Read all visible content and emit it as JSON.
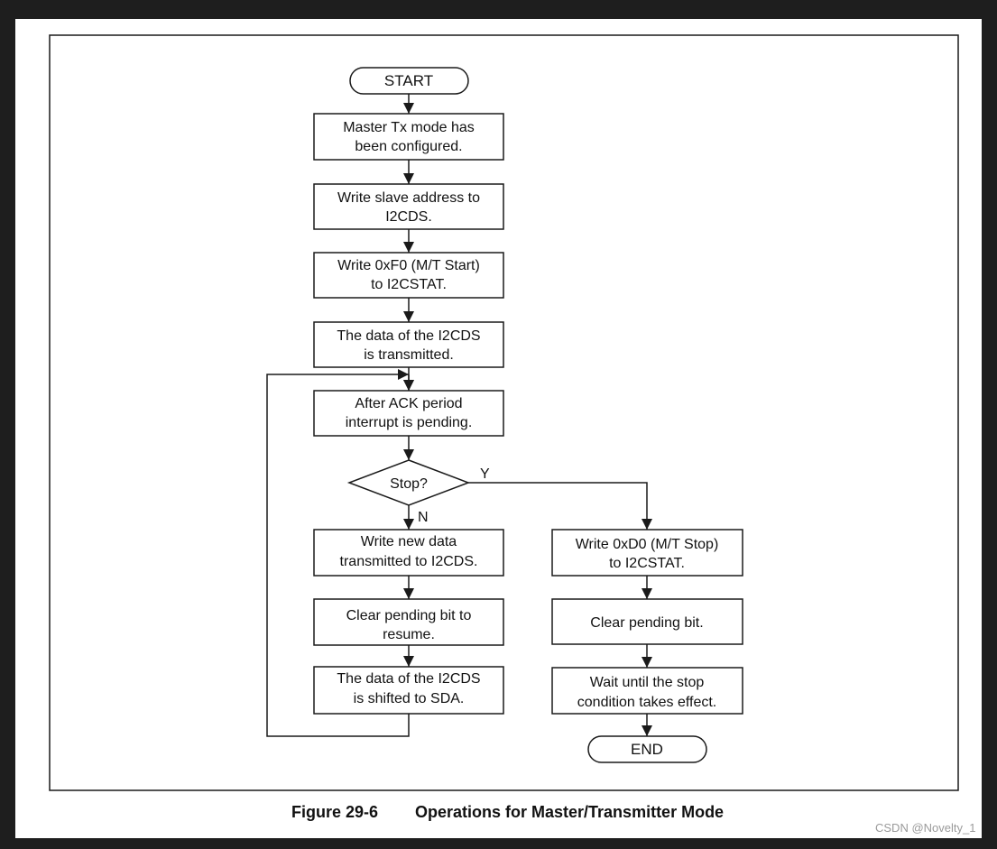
{
  "figure": {
    "caption_number": "Figure 29-6",
    "caption_title": "Operations for Master/Transmitter Mode"
  },
  "flowchart": {
    "start_label": "START",
    "steps_main": [
      {
        "line1": "Master Tx mode has",
        "line2": "been configured."
      },
      {
        "line1": "Write slave address to",
        "line2": "I2CDS."
      },
      {
        "line1": "Write 0xF0 (M/T Start)",
        "line2": "to I2CSTAT."
      },
      {
        "line1": "The data of the I2CDS",
        "line2": "is transmitted."
      },
      {
        "line1": "After ACK period",
        "line2": "interrupt is pending."
      }
    ],
    "decision": {
      "label": "Stop?",
      "yes_label": "Y",
      "no_label": "N"
    },
    "steps_no_branch": [
      {
        "line1": "Write new data",
        "line2": "transmitted to I2CDS."
      },
      {
        "line1": "Clear pending bit to",
        "line2": "resume."
      },
      {
        "line1": "The data of the I2CDS",
        "line2": "is shifted to SDA."
      }
    ],
    "steps_yes_branch": [
      {
        "line1": "Write 0xD0 (M/T Stop)",
        "line2": "to I2CSTAT."
      },
      {
        "line1": "Clear pending bit.",
        "line2": ""
      },
      {
        "line1": "Wait until the stop",
        "line2": "condition takes effect."
      }
    ],
    "end_label": "END"
  },
  "watermark": "CSDN @Novelty_1",
  "colors": {
    "page_background": "#1e1e1e",
    "paper": "#ffffff",
    "stroke": "#1a1a1a",
    "text": "#111111",
    "watermark": "#9a9a9a"
  }
}
